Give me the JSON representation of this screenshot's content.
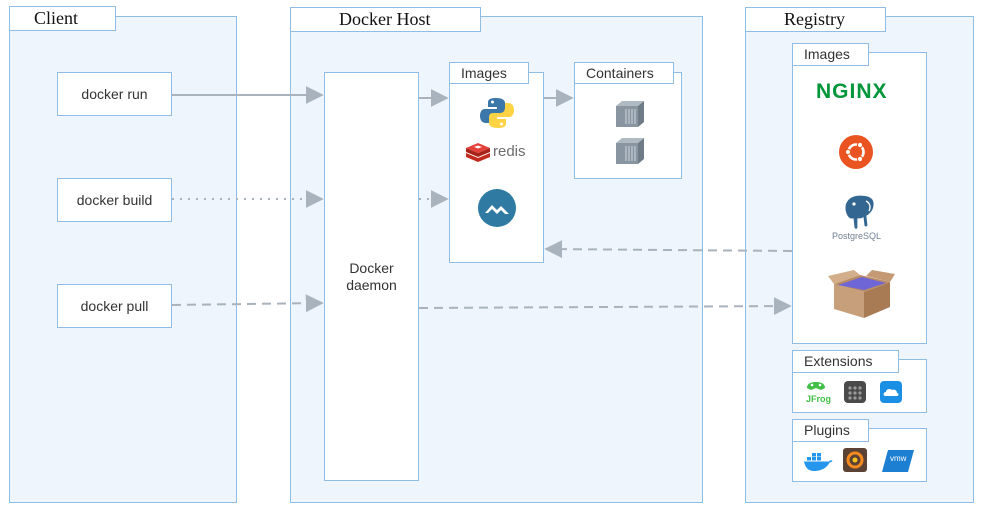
{
  "client": {
    "title": "Client",
    "commands": [
      {
        "label": "docker run"
      },
      {
        "label": "docker build"
      },
      {
        "label": "docker pull"
      }
    ]
  },
  "host": {
    "title": "Docker Host",
    "daemon_label": "Docker\ndaemon",
    "images_label": "Images",
    "containers_label": "Containers",
    "redis_text": "redis"
  },
  "registry": {
    "title": "Registry",
    "images_label": "Images",
    "nginx_text": "NGINX",
    "postgres_text": "PostgreSQL",
    "extensions_label": "Extensions",
    "jfrog_text": "JFrog",
    "plugins_label": "Plugins",
    "vmware_text": "vmw"
  },
  "colors": {
    "panel_border": "#8fbde3",
    "panel_fill": "#eef5fc",
    "arrow": "#a9b3bd",
    "nginx_green": "#009639",
    "ubuntu_orange": "#e95420",
    "redis_red": "#d82c20",
    "docker_blue": "#2496ed"
  }
}
